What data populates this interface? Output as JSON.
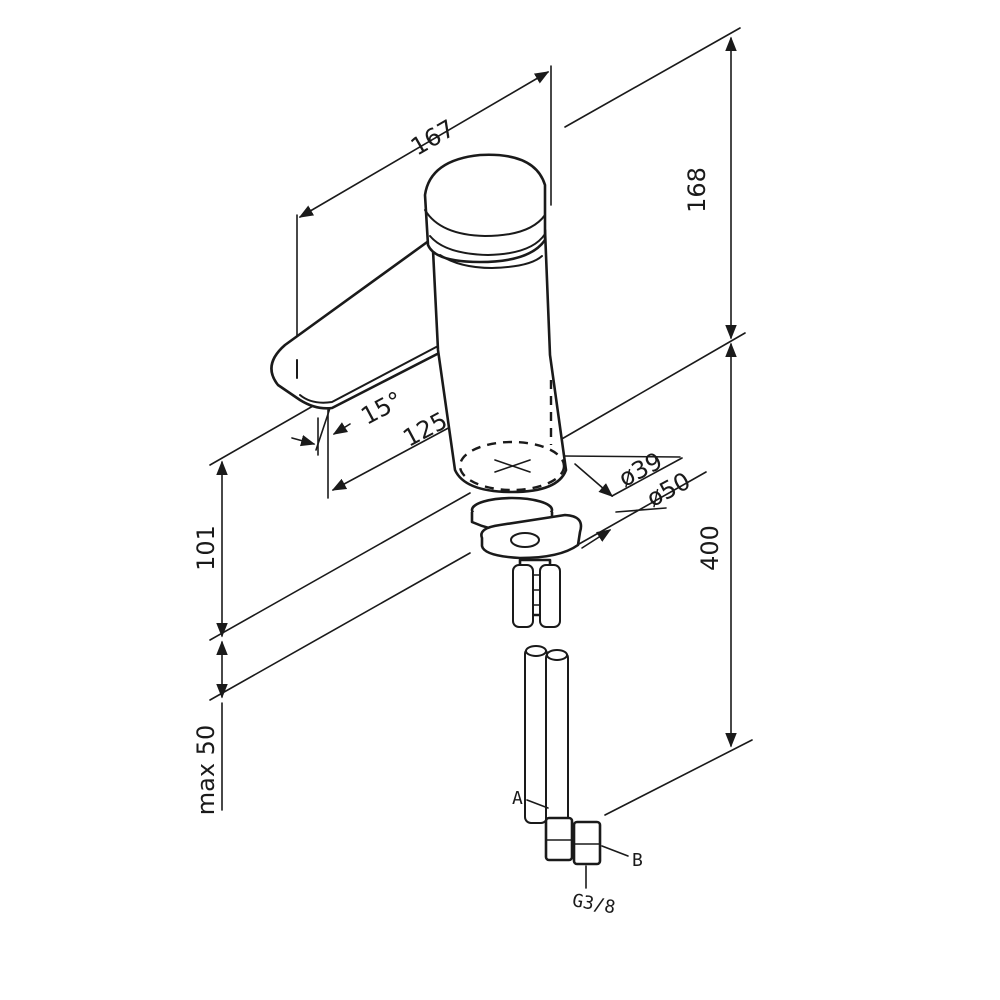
{
  "dimensions": {
    "length_167": "167",
    "height_168": "168",
    "reach_125": "125",
    "angle_15": "15°",
    "height_101": "101",
    "height_400": "400",
    "max_50": "max 50",
    "dia_39": "ø39",
    "dia_50": "ø50"
  },
  "connections": {
    "hose_a": "A",
    "hose_b": "B",
    "thread": "G3/8"
  }
}
